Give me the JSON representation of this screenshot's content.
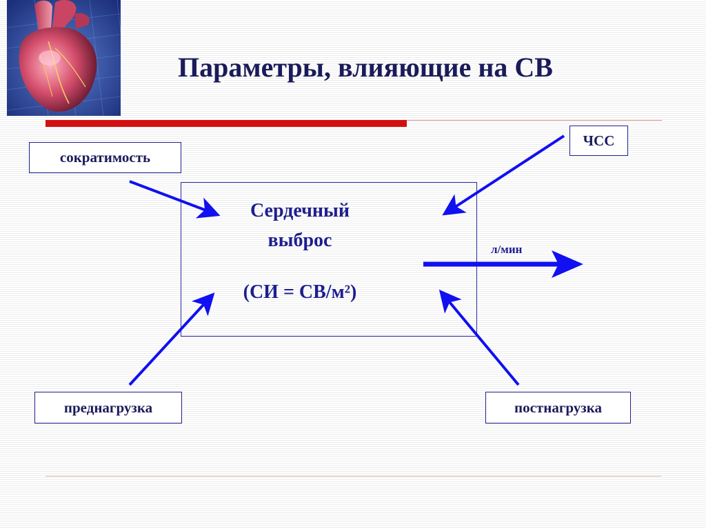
{
  "title": "Параметры, влияющие на СВ",
  "center": {
    "line1": "Сердечный",
    "line2": "выброс",
    "formula": "(СИ = СВ/м²)"
  },
  "output_unit": "л/мин",
  "factors": {
    "contractility": "сократимость",
    "heart_rate": "ЧСС",
    "preload": "преднагрузка",
    "afterload": "постнагрузка"
  },
  "colors": {
    "title_text": "#1b1b5a",
    "accent_red": "#d40f0f",
    "arrow_blue": "#1010f0",
    "text_blue": "#1e1e8f"
  }
}
